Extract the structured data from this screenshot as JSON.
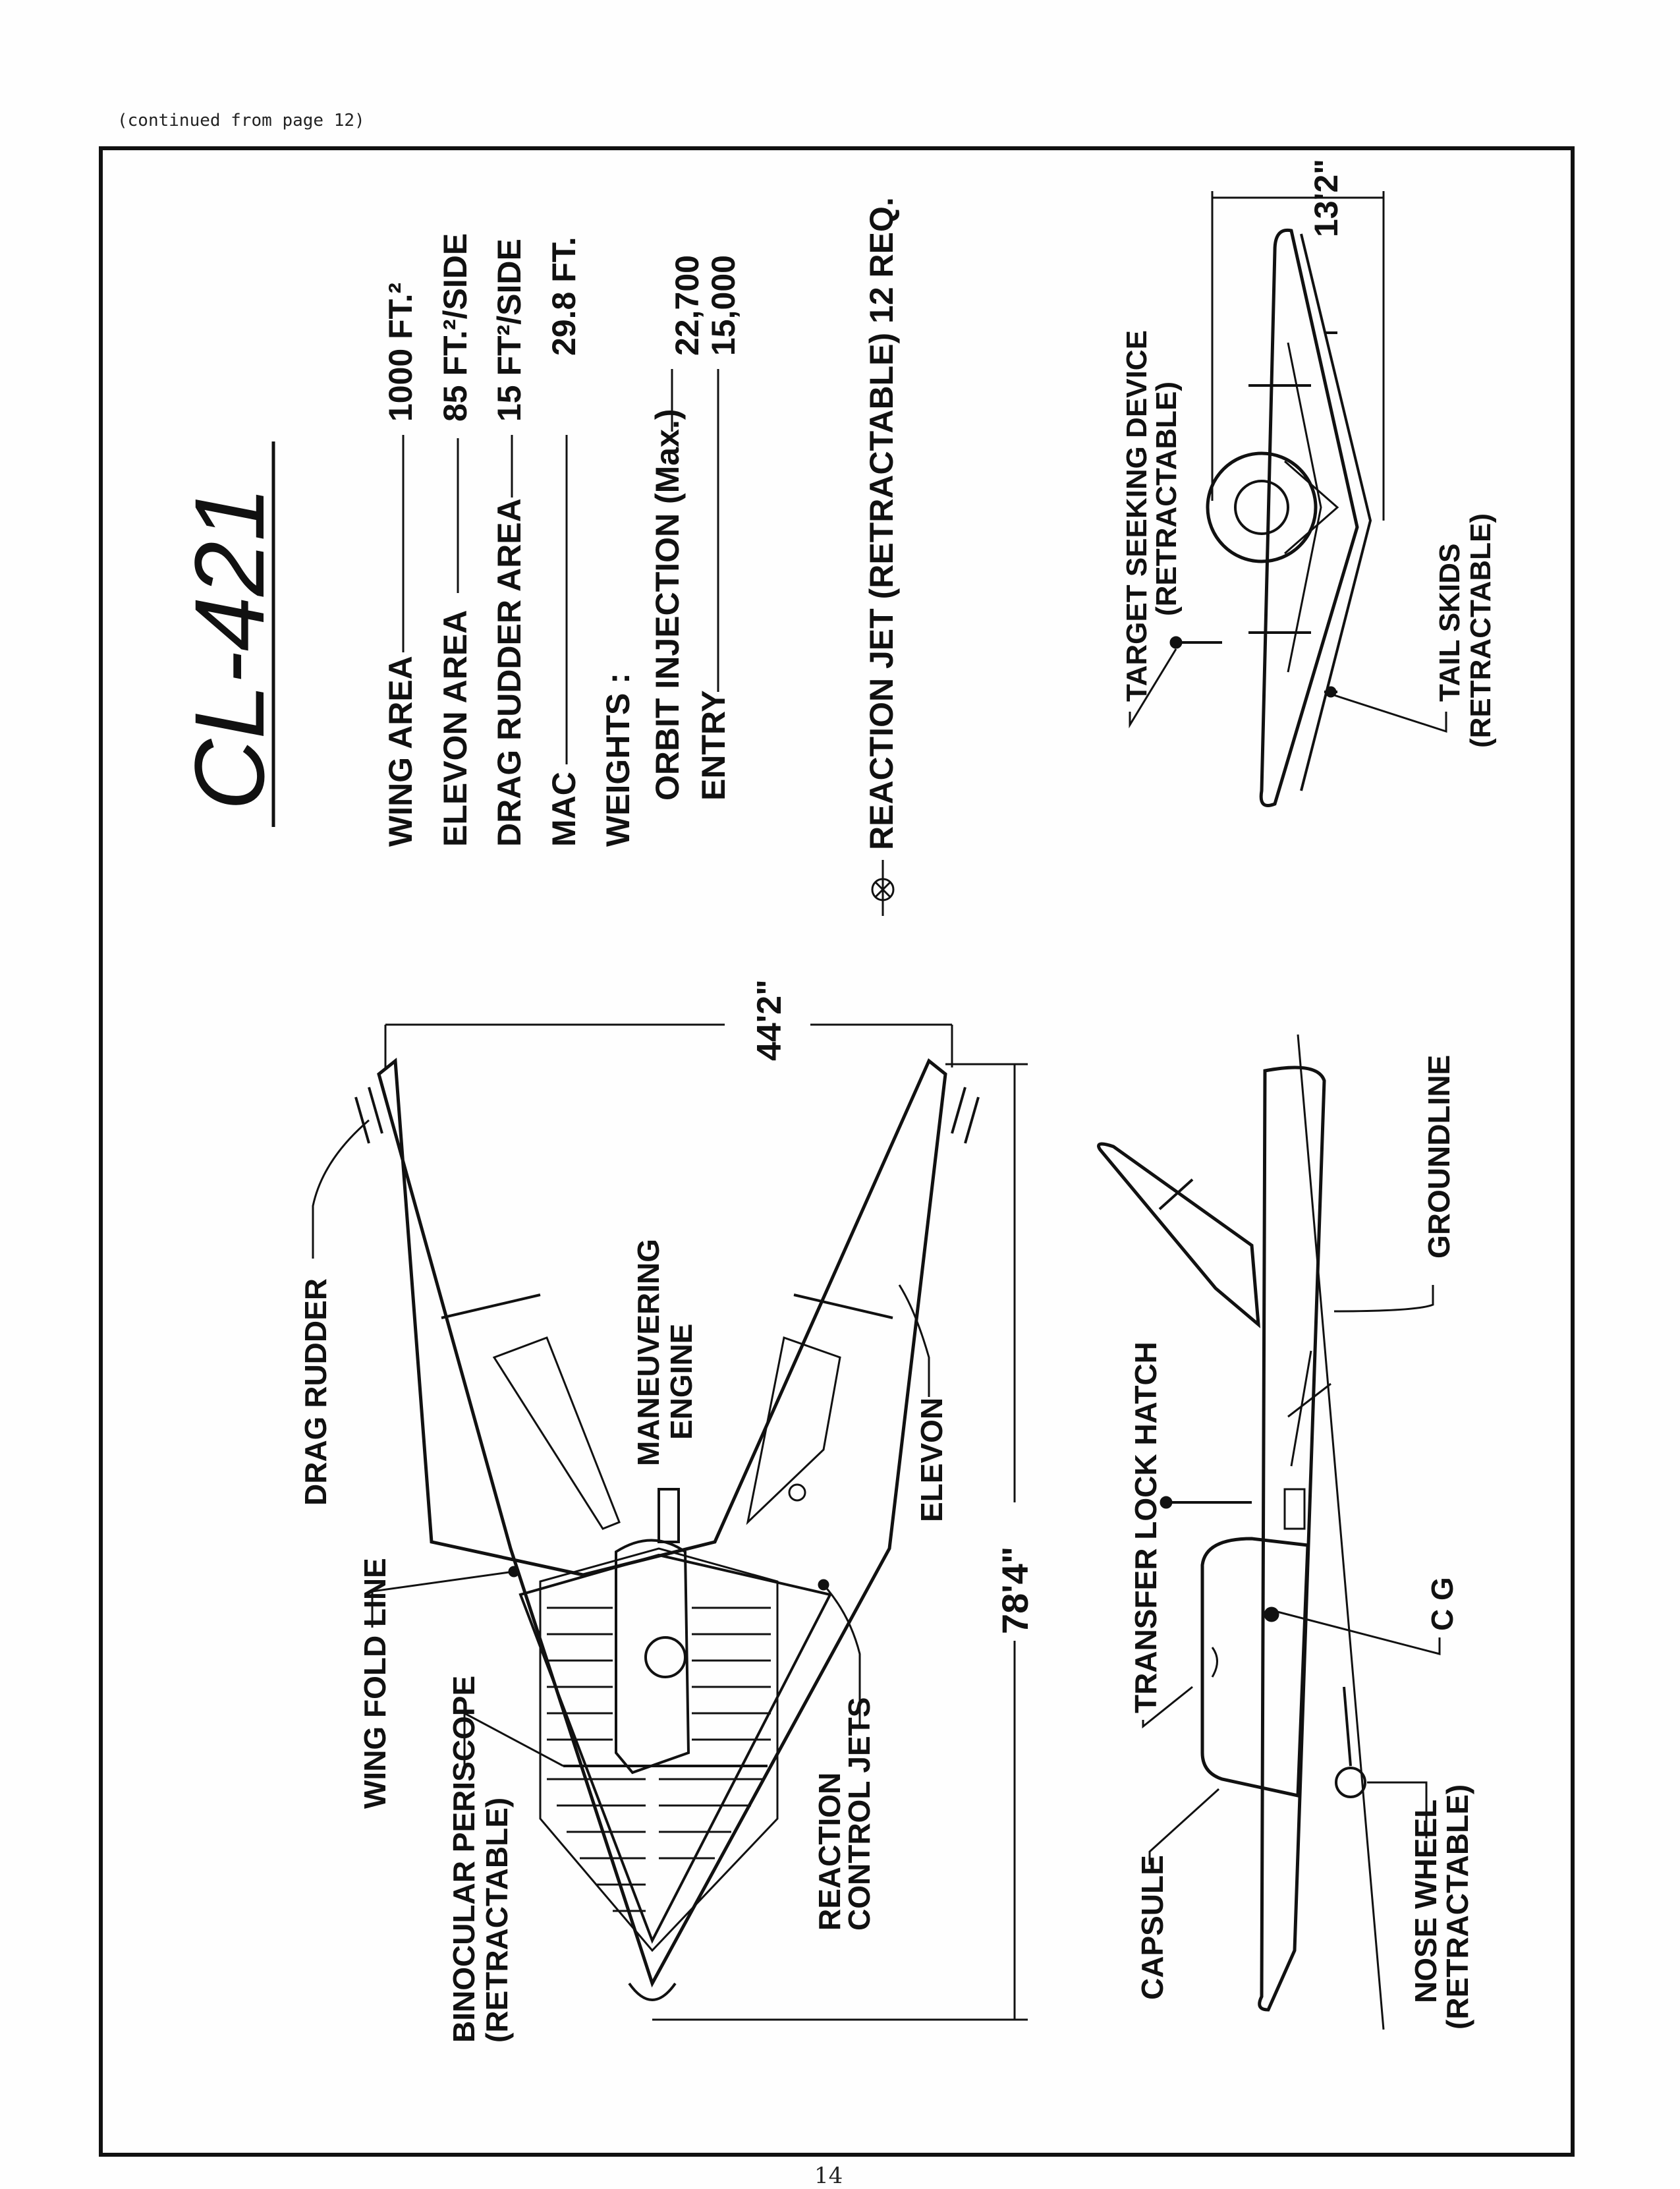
{
  "header": {
    "continued": "(continued from page 12)"
  },
  "footer": {
    "page_number": "14"
  },
  "title": "CL-421",
  "specs": {
    "wing_area_label": "WING AREA",
    "wing_area_value": "1000 FT.²",
    "elevon_area_label": "ELEVON AREA",
    "elevon_area_value": "85 FT.²/SIDE",
    "drag_rudder_area_label": "DRAG RUDDER AREA",
    "drag_rudder_area_value": "15 FT²/SIDE",
    "mac_label": "MAC",
    "mac_value": "29.8 FT.",
    "weights_label": "WEIGHTS :",
    "orbit_injection_label": "ORBIT INJECTION (Max.)",
    "orbit_injection_value": "22,700",
    "entry_label": "ENTRY",
    "entry_value": "15,000",
    "reaction_jet_note": "REACTION JET (RETRACTABLE) 12 REQ."
  },
  "plan_view": {
    "span_dimension": "44'2\"",
    "length_dimension": "78'4\"",
    "labels": {
      "drag_rudder": "DRAG RUDDER",
      "maneuvering_engine": [
        "MANEUVERING",
        "ENGINE"
      ],
      "elevon": "ELEVON",
      "wing_fold_line": "WING FOLD LINE",
      "binocular_periscope": [
        "BINOCULAR PERISCOPE",
        "(RETRACTABLE)"
      ],
      "reaction_control_jets": [
        "REACTION",
        "CONTROL JETS"
      ]
    }
  },
  "side_view": {
    "labels": {
      "groundline": "GROUNDLINE",
      "transfer_lock_hatch": "TRANSFER LOCK HATCH",
      "cg": "C G",
      "capsule": "CAPSULE",
      "nose_wheel": [
        "NOSE WHEEL",
        "(RETRACTABLE)"
      ]
    }
  },
  "front_view": {
    "height_dimension": "13'2\"",
    "labels": {
      "target_seeking_device": [
        "TARGET SEEKING DEVICE",
        "(RETRACTABLE)"
      ],
      "tail_skids": [
        "TAIL SKIDS",
        "(RETRACTABLE)"
      ]
    }
  }
}
